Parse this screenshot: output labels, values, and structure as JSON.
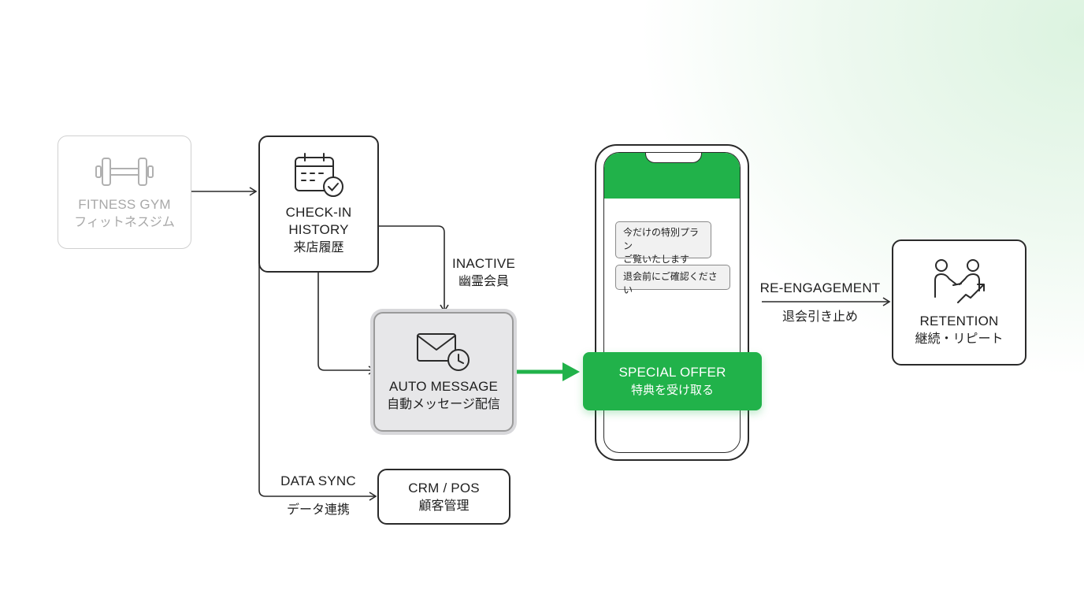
{
  "nodes": {
    "gym": {
      "en": "FITNESS GYM",
      "jp": "フィットネスジム"
    },
    "checkin": {
      "en": "CHECK-IN HISTORY",
      "jp": "来店履歴"
    },
    "auto_message": {
      "en": "AUTO MESSAGE",
      "jp": "自動メッセージ配信"
    },
    "crm": {
      "en": "CRM / POS",
      "jp": "顧客管理"
    },
    "retention": {
      "en": "RETENTION",
      "jp": "継続・リピート"
    }
  },
  "edges": {
    "inactive": {
      "en": "INACTIVE",
      "jp": "幽霊会員"
    },
    "reengagement": {
      "en": "RE-ENGAGEMENT",
      "jp": "退会引き止め"
    },
    "data_sync": {
      "en": "DATA SYNC",
      "jp": "データ連携"
    }
  },
  "phone": {
    "message_1_line_1": "今だけの特別プラン",
    "message_1_line_2": "ご覧いたします",
    "message_2": "退会前にご確認ください",
    "offer_en": "SPECIAL OFFER",
    "offer_jp": "特典を受け取る"
  },
  "colors": {
    "accent": "#21b24a",
    "line": "#2a2a2a",
    "faded": "#a8a8a8"
  },
  "icons": [
    "dumbbell-icon",
    "calendar-check-icon",
    "mail-clock-icon",
    "handshake-growth-icon"
  ]
}
